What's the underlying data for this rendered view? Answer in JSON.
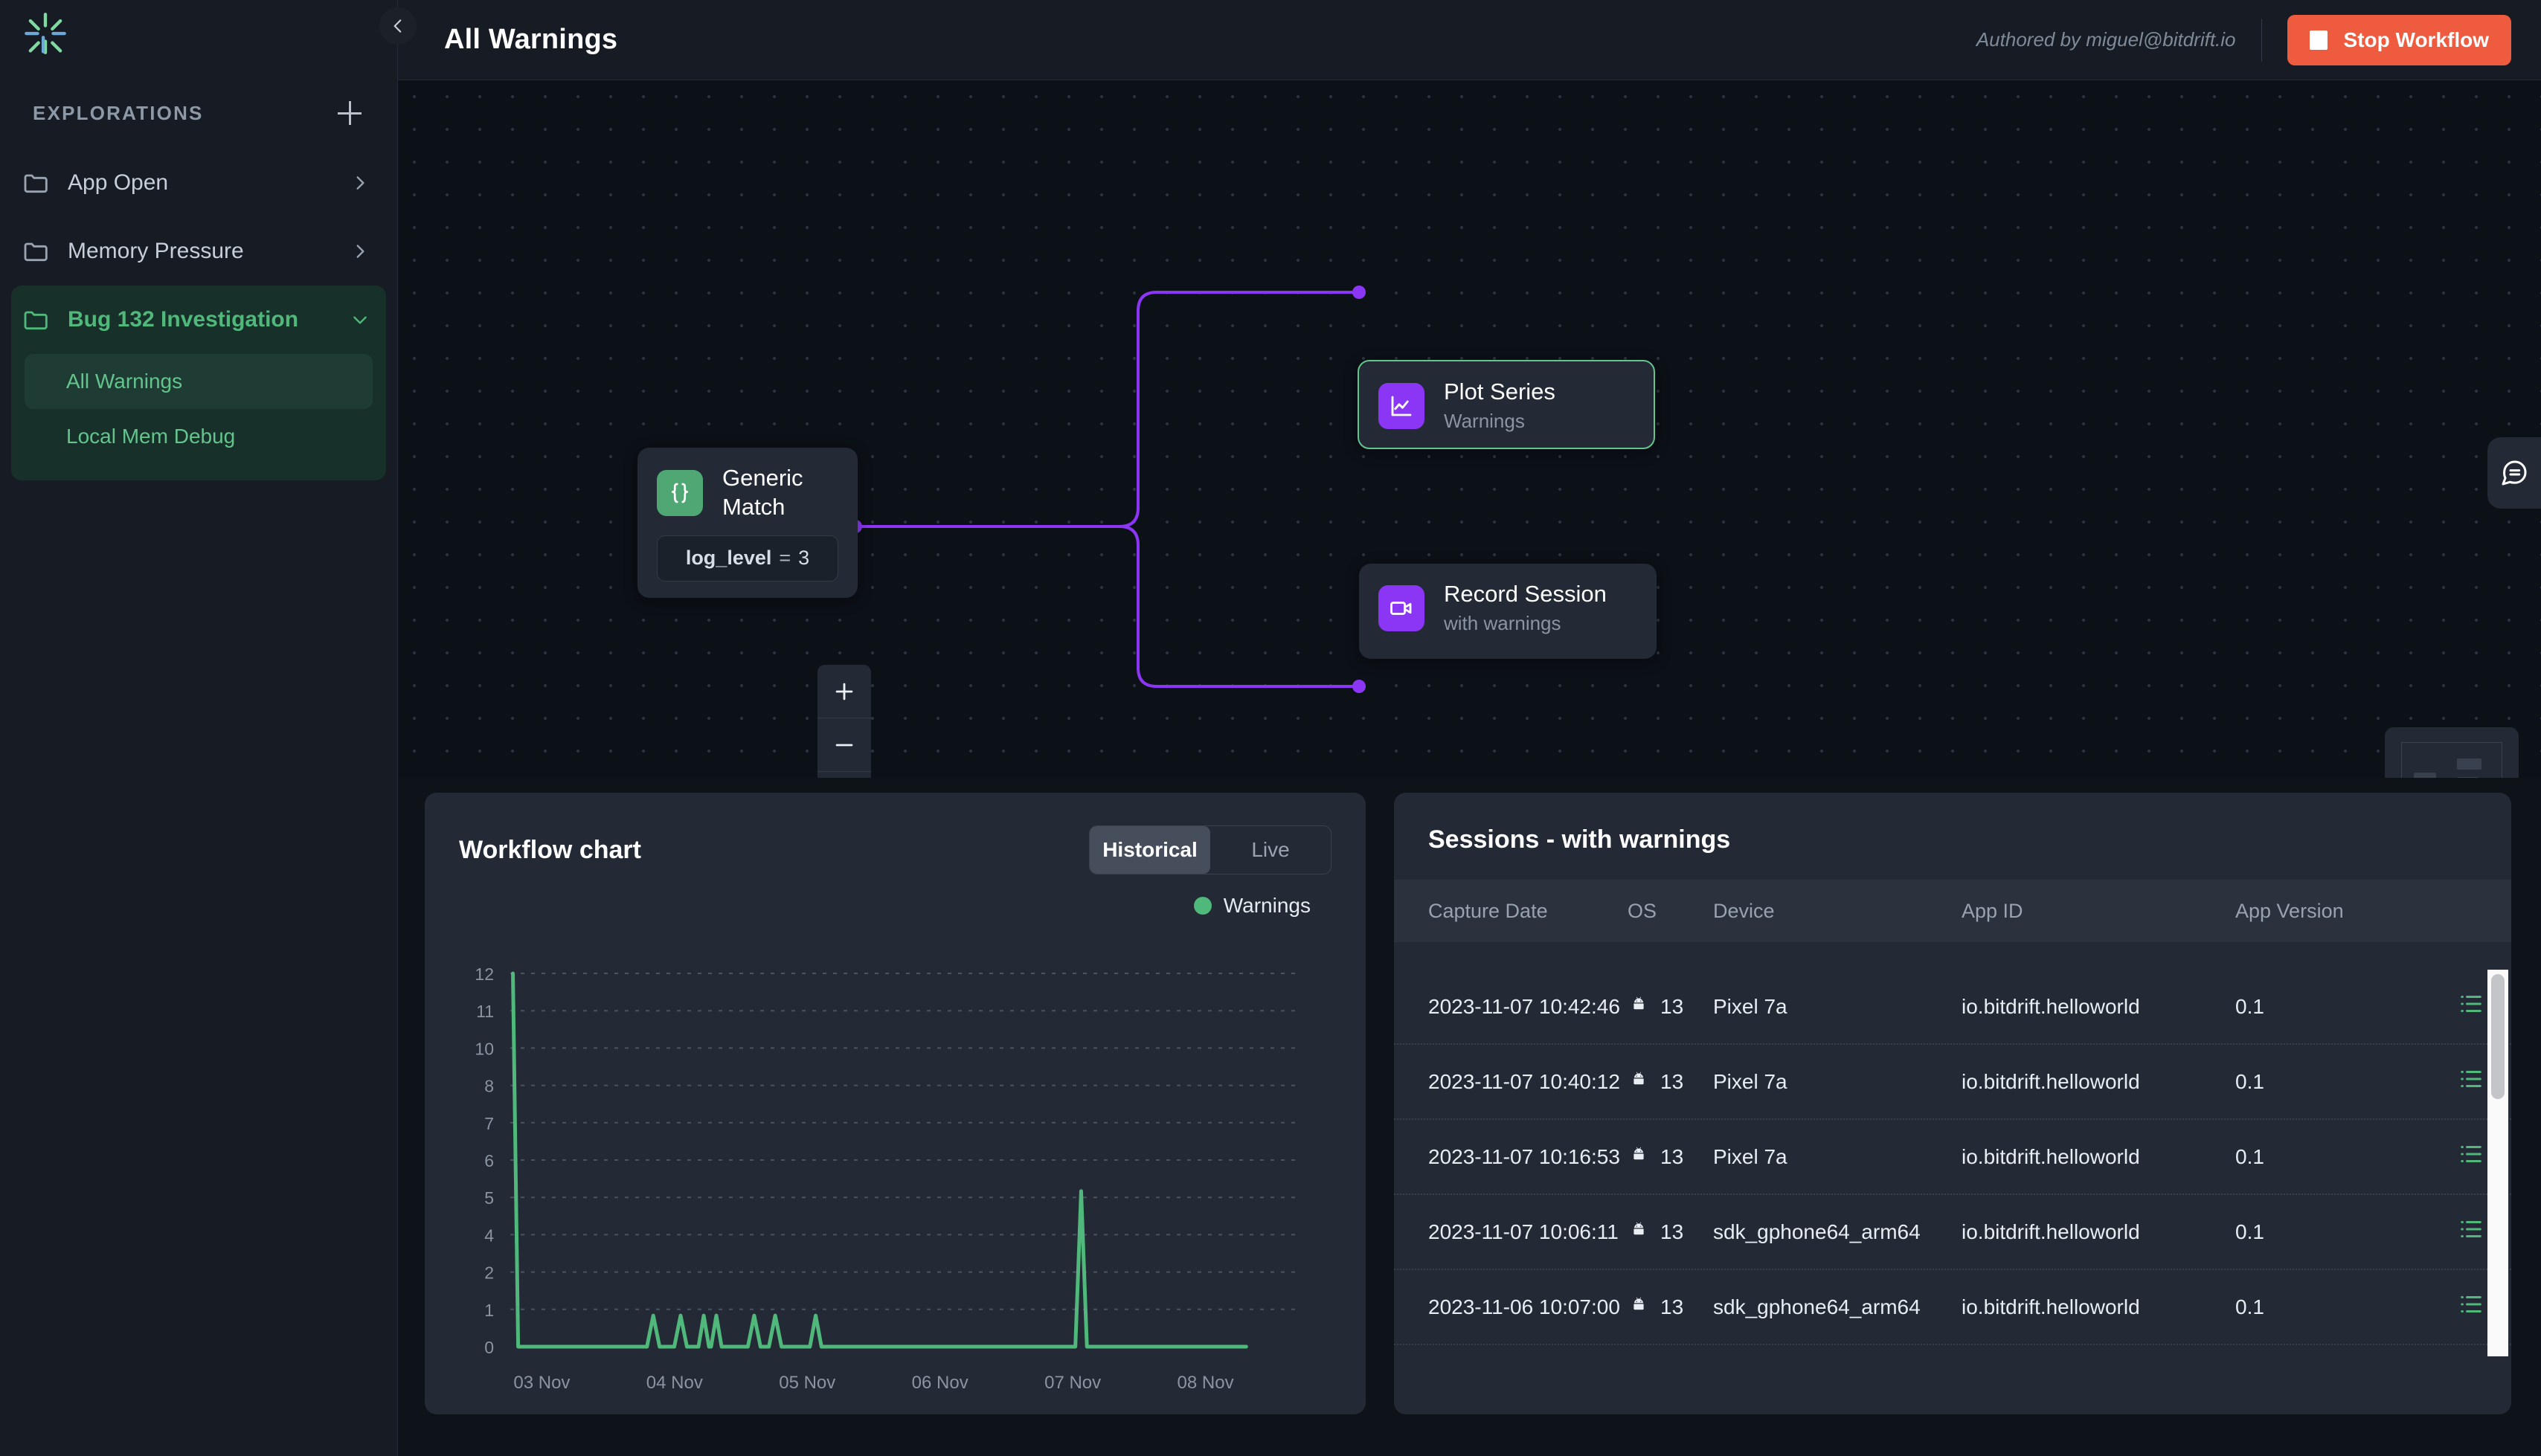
{
  "brand": {
    "logo_icon": "bitdrift-asterisk-logo",
    "accent_green": "#4fb87a",
    "accent_purple": "#8b36f5",
    "accent_red": "#ef5b3e"
  },
  "sidebar": {
    "section_title": "EXPLORATIONS",
    "add_icon": "plus-icon",
    "items": [
      {
        "label": "App Open",
        "icon": "folder-icon",
        "chevron": "chevron-right-icon",
        "expanded": false,
        "active": false,
        "children": []
      },
      {
        "label": "Memory Pressure",
        "icon": "folder-icon",
        "chevron": "chevron-right-icon",
        "expanded": false,
        "active": false,
        "children": []
      },
      {
        "label": "Bug 132 Investigation",
        "icon": "folder-icon",
        "chevron": "chevron-down-icon",
        "expanded": true,
        "active": true,
        "children": [
          {
            "label": "All Warnings",
            "selected": true
          },
          {
            "label": "Local Mem Debug",
            "selected": false
          }
        ]
      }
    ]
  },
  "header": {
    "collapse_icon": "chevron-left-icon",
    "title": "All Warnings",
    "authored_by": "Authored by miguel@bitdrift.io",
    "stop_button": {
      "label": "Stop Workflow",
      "icon": "stop-square-icon"
    }
  },
  "canvas": {
    "nodes": [
      {
        "id": "generic-match",
        "title": "Generic Match",
        "subtitle": "",
        "icon": "braces-icon",
        "icon_color": "#4fa874",
        "condition": {
          "key": "log_level",
          "operator": "=",
          "value": "3"
        },
        "highlighted": false
      },
      {
        "id": "plot-series",
        "title": "Plot Series",
        "subtitle": "Warnings",
        "icon": "line-chart-icon",
        "icon_color": "#8b36f5",
        "highlighted": true
      },
      {
        "id": "record-session",
        "title": "Record Session",
        "subtitle": "with warnings",
        "icon": "video-camera-icon",
        "icon_color": "#8b36f5",
        "highlighted": false
      }
    ],
    "zoom_controls": [
      {
        "name": "zoom-in",
        "icon": "plus-icon"
      },
      {
        "name": "zoom-out",
        "icon": "minus-icon"
      },
      {
        "name": "fit-view",
        "icon": "fit-screen-icon"
      }
    ],
    "minimap_icon": "minimap",
    "chat_icon": "chat-bubble-icon"
  },
  "chart_panel": {
    "title": "Workflow chart",
    "tabs": [
      {
        "label": "Historical",
        "active": true
      },
      {
        "label": "Live",
        "active": false
      }
    ],
    "legend": [
      {
        "label": "Warnings",
        "color": "#4fb87a"
      }
    ]
  },
  "chart_data": {
    "type": "area",
    "title": "Workflow chart",
    "series": [
      {
        "name": "Warnings",
        "color": "#4fb87a"
      }
    ],
    "xlabel": "",
    "ylabel": "",
    "x_tick_labels": [
      "03 Nov",
      "04 Nov",
      "05 Nov",
      "06 Nov",
      "07 Nov",
      "08 Nov"
    ],
    "y_tick_labels": [
      "12",
      "11",
      "10",
      "8",
      "7",
      "6",
      "5",
      "4",
      "2",
      "1",
      "0"
    ],
    "ylim": [
      0,
      12
    ],
    "grid": true,
    "legend_position": "top-right",
    "points": [
      {
        "x": 0.005,
        "y": 12
      },
      {
        "x": 0.015,
        "y": 0
      },
      {
        "x": 0.26,
        "y": 0
      },
      {
        "x": 0.272,
        "y": 1
      },
      {
        "x": 0.284,
        "y": 0
      },
      {
        "x": 0.312,
        "y": 0
      },
      {
        "x": 0.324,
        "y": 1
      },
      {
        "x": 0.336,
        "y": 0
      },
      {
        "x": 0.358,
        "y": 0
      },
      {
        "x": 0.368,
        "y": 1
      },
      {
        "x": 0.378,
        "y": 0
      },
      {
        "x": 0.382,
        "y": 0
      },
      {
        "x": 0.392,
        "y": 1
      },
      {
        "x": 0.402,
        "y": 0
      },
      {
        "x": 0.452,
        "y": 0
      },
      {
        "x": 0.464,
        "y": 1
      },
      {
        "x": 0.476,
        "y": 0
      },
      {
        "x": 0.492,
        "y": 0
      },
      {
        "x": 0.504,
        "y": 1
      },
      {
        "x": 0.516,
        "y": 0
      },
      {
        "x": 0.57,
        "y": 0
      },
      {
        "x": 0.581,
        "y": 1
      },
      {
        "x": 0.592,
        "y": 0
      },
      {
        "x": 1.075,
        "y": 0
      },
      {
        "x": 1.086,
        "y": 5
      },
      {
        "x": 1.097,
        "y": 0
      },
      {
        "x": 1.4,
        "y": 0
      }
    ]
  },
  "sessions_panel": {
    "title": "Sessions - with warnings",
    "columns": [
      "Capture Date",
      "OS",
      "Device",
      "App ID",
      "App Version"
    ],
    "row_action_icon": "list-lines-icon",
    "os_icon": "android-icon",
    "rows": [
      {
        "capture_date": "2023-11-07 10:42:46",
        "os": "13",
        "device": "Pixel 7a",
        "app_id": "io.bitdrift.helloworld",
        "app_version": "0.1"
      },
      {
        "capture_date": "2023-11-07 10:40:12",
        "os": "13",
        "device": "Pixel 7a",
        "app_id": "io.bitdrift.helloworld",
        "app_version": "0.1"
      },
      {
        "capture_date": "2023-11-07 10:16:53",
        "os": "13",
        "device": "Pixel 7a",
        "app_id": "io.bitdrift.helloworld",
        "app_version": "0.1"
      },
      {
        "capture_date": "2023-11-07 10:06:11",
        "os": "13",
        "device": "sdk_gphone64_arm64",
        "app_id": "io.bitdrift.helloworld",
        "app_version": "0.1"
      },
      {
        "capture_date": "2023-11-06 10:07:00",
        "os": "13",
        "device": "sdk_gphone64_arm64",
        "app_id": "io.bitdrift.helloworld",
        "app_version": "0.1"
      }
    ]
  }
}
